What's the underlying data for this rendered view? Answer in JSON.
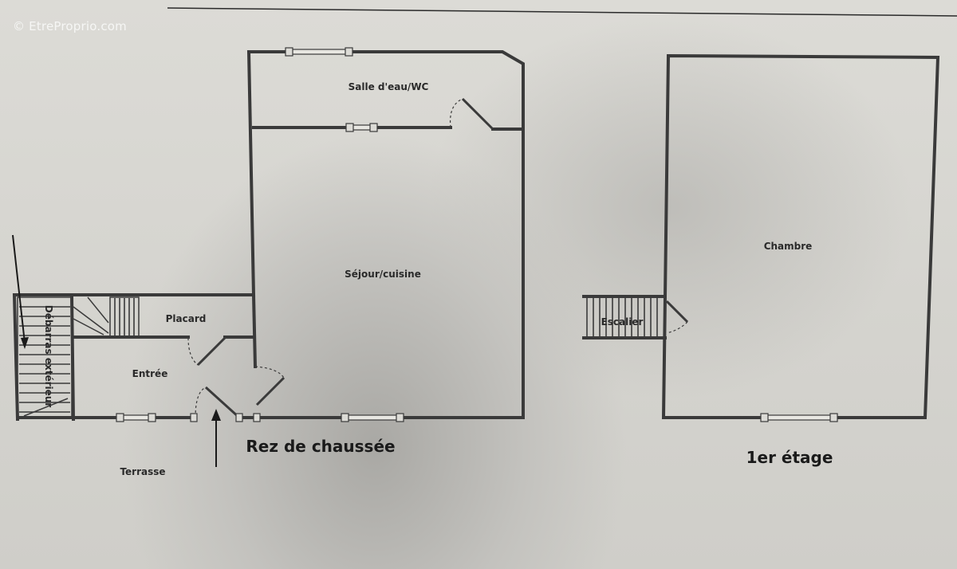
{
  "watermark": "© EtreProprio.com",
  "ground_floor": {
    "title": "Rez de chaussée",
    "rooms": {
      "salle_eau": "Salle d'eau/WC",
      "sejour": "Séjour/cuisine",
      "placard": "Placard",
      "entree": "Entrée",
      "debarras": "Débarras extérieur",
      "terrasse": "Terrasse"
    }
  },
  "first_floor": {
    "title": "1er étage",
    "rooms": {
      "chambre": "Chambre",
      "escalier": "Escalier"
    }
  },
  "colors": {
    "wall": "#3a3a3a",
    "paper": "#d8d7d2"
  }
}
